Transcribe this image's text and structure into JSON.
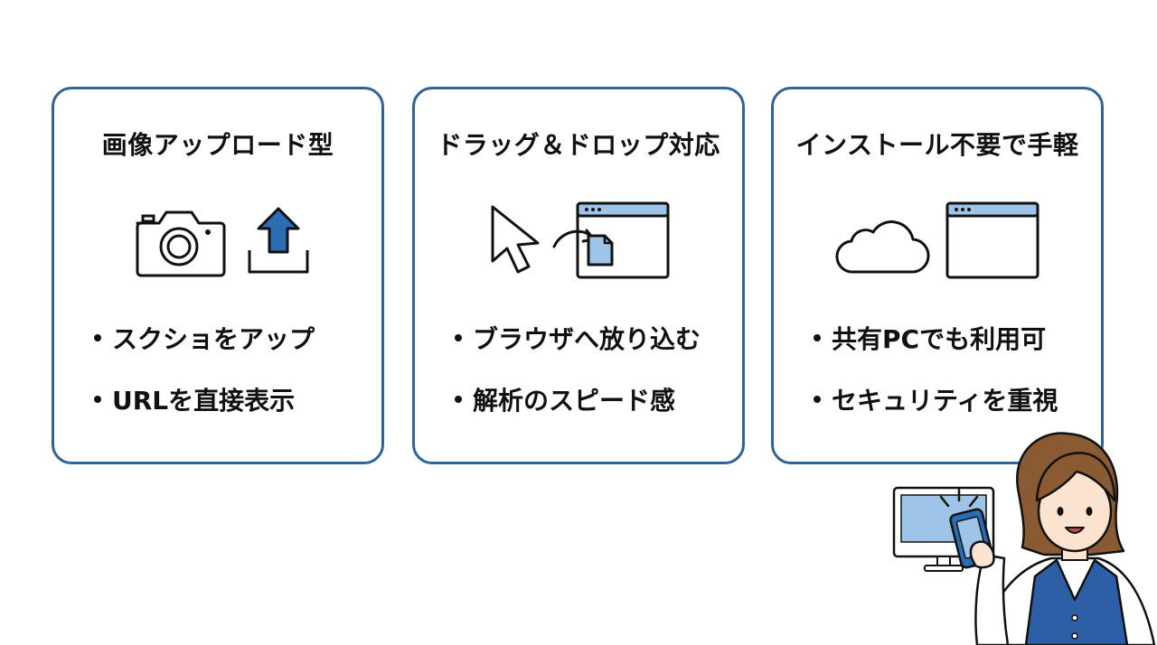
{
  "cards": [
    {
      "title": "画像アップロード型",
      "icons": [
        "camera-icon",
        "upload-icon"
      ],
      "bullets": [
        "スクショをアップ",
        "URLを直接表示"
      ]
    },
    {
      "title": "ドラッグ＆ドロップ対応",
      "icons": [
        "cursor-icon",
        "drag-drop-window-icon"
      ],
      "bullets": [
        "ブラウザへ放り込む",
        "解析のスピード感"
      ]
    },
    {
      "title": "インストール不要で手軽",
      "icons": [
        "cloud-icon",
        "browser-window-icon"
      ],
      "bullets": [
        "共有PCでも利用可",
        "セキュリティを重視"
      ]
    }
  ],
  "colors": {
    "border": "#2f639a",
    "accent_blue": "#2c6cb4",
    "light_blue": "#9ec4e8",
    "vest_blue": "#2c5fa6",
    "hair_brown": "#8a5a32"
  },
  "illustration": [
    "woman-with-phone-and-monitor-illustration"
  ]
}
